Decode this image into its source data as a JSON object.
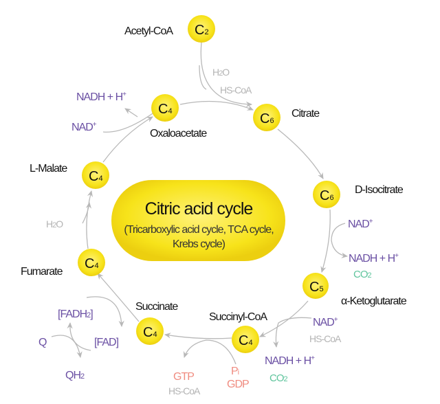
{
  "title": "Citric acid cycle",
  "subtitle_line1": "(Tricarboxylic acid cycle, TCA cycle,",
  "subtitle_line2": "Krebs cycle)",
  "colors": {
    "node": "#f7e31a",
    "cofactor": "#6a4fa3",
    "co2": "#5ec49c",
    "gtp": "#f08c80",
    "minor": "#b4b4b4"
  },
  "metabolites": [
    {
      "name": "Acetyl-CoA",
      "c": "C",
      "n": "2"
    },
    {
      "name": "Citrate",
      "c": "C",
      "n": "6"
    },
    {
      "name": "D-Isocitrate",
      "c": "C",
      "n": "6"
    },
    {
      "name": "α-Ketoglutarate",
      "c": "C",
      "n": "5"
    },
    {
      "name": "Succinyl-CoA",
      "c": "C",
      "n": "4"
    },
    {
      "name": "Succinate",
      "c": "C",
      "n": "4"
    },
    {
      "name": "Fumarate",
      "c": "C",
      "n": "4"
    },
    {
      "name": "L-Malate",
      "c": "C",
      "n": "4"
    },
    {
      "name": "Oxaloacetate",
      "c": "C",
      "n": "4"
    }
  ],
  "cofactors": {
    "h2o": "H",
    "h2o_sub": "2",
    "h2o_o": "O",
    "hscoa": "HS-CoA",
    "nad": "NAD",
    "plus": "+",
    "nadh": "NADH + H",
    "co": "CO",
    "co_sub": "2",
    "fadh": "[FADH",
    "fadh_sub": "2",
    "fadh_close": "]",
    "fad": "[FAD]",
    "q": "Q",
    "qh": "QH",
    "qh_sub": "2",
    "gtp": "GTP",
    "gdp": "GDP",
    "pi": "P",
    "pi_sub": "i"
  }
}
